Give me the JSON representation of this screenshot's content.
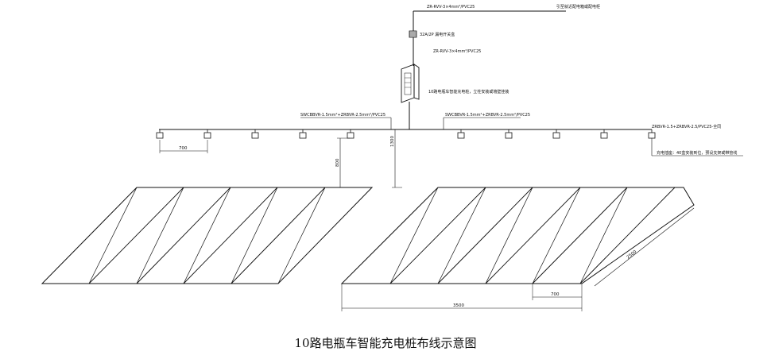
{
  "labels": {
    "top_cable": "ZR-RVV-3×4mm²/PVC25",
    "from_box": "引至就近配电箱或配电柜",
    "breaker": "32A/2P 漏电开关盒",
    "cable_to_box": "ZR-RVV-3×4mm²/PVC25",
    "box_label": "10路电瓶车智能充电桩，立柱安装或墙壁挂装",
    "left_branch": "SWCBBVR-1.5mm²+ZRBVR-2.5mm²/PVC25",
    "right_branch": "SWCBBVR-1.5mm²+ZRBVR-2.5mm²/PVC25",
    "right_end": "ZRBVR-1.5+ZRBVR-2.5/PVC25-全同",
    "socket_note": "充电插座：40盒安装到位，预设支架或带管线"
  },
  "dimensions": {
    "socket_spacing": "700",
    "left_drop": "800",
    "box_drop": "1300",
    "total_width": "3500",
    "stall_width": "700",
    "stall_length": "2500"
  },
  "title": "10路电瓶车智能充电桩布线示意图"
}
